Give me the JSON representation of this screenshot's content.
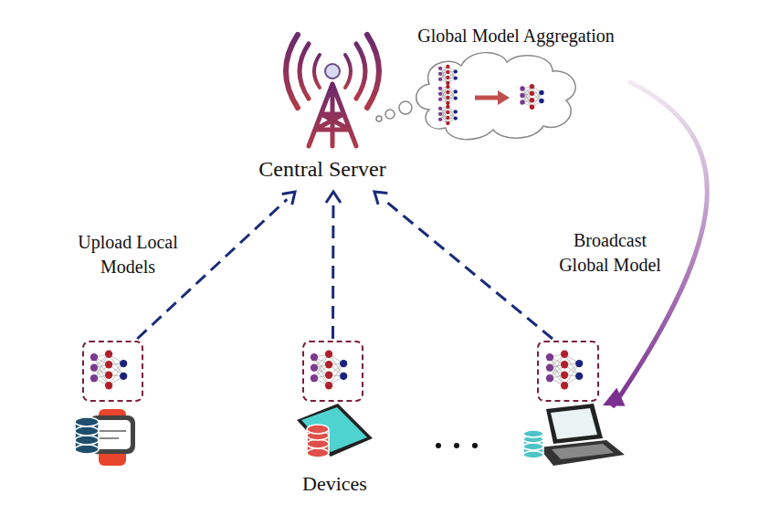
{
  "diagram": {
    "nodes": [
      {
        "text": [
          "Central Server"
        ]
      },
      {
        "text": []
      },
      {
        "text": [
          "Devices"
        ]
      },
      {
        "text": []
      }
    ],
    "edges": [
      {
        "from": 1,
        "to": 0,
        "arrow": "to"
      },
      {
        "from": 2,
        "to": 0,
        "arrow": "to"
      },
      {
        "from": 3,
        "to": 0,
        "arrow": "to"
      },
      {
        "from": 0,
        "to": 3,
        "arrow": "to"
      }
    ],
    "labels": [
      "Global Model Aggregation",
      "Upload Local Models",
      "Broadcast Global Model"
    ]
  }
}
